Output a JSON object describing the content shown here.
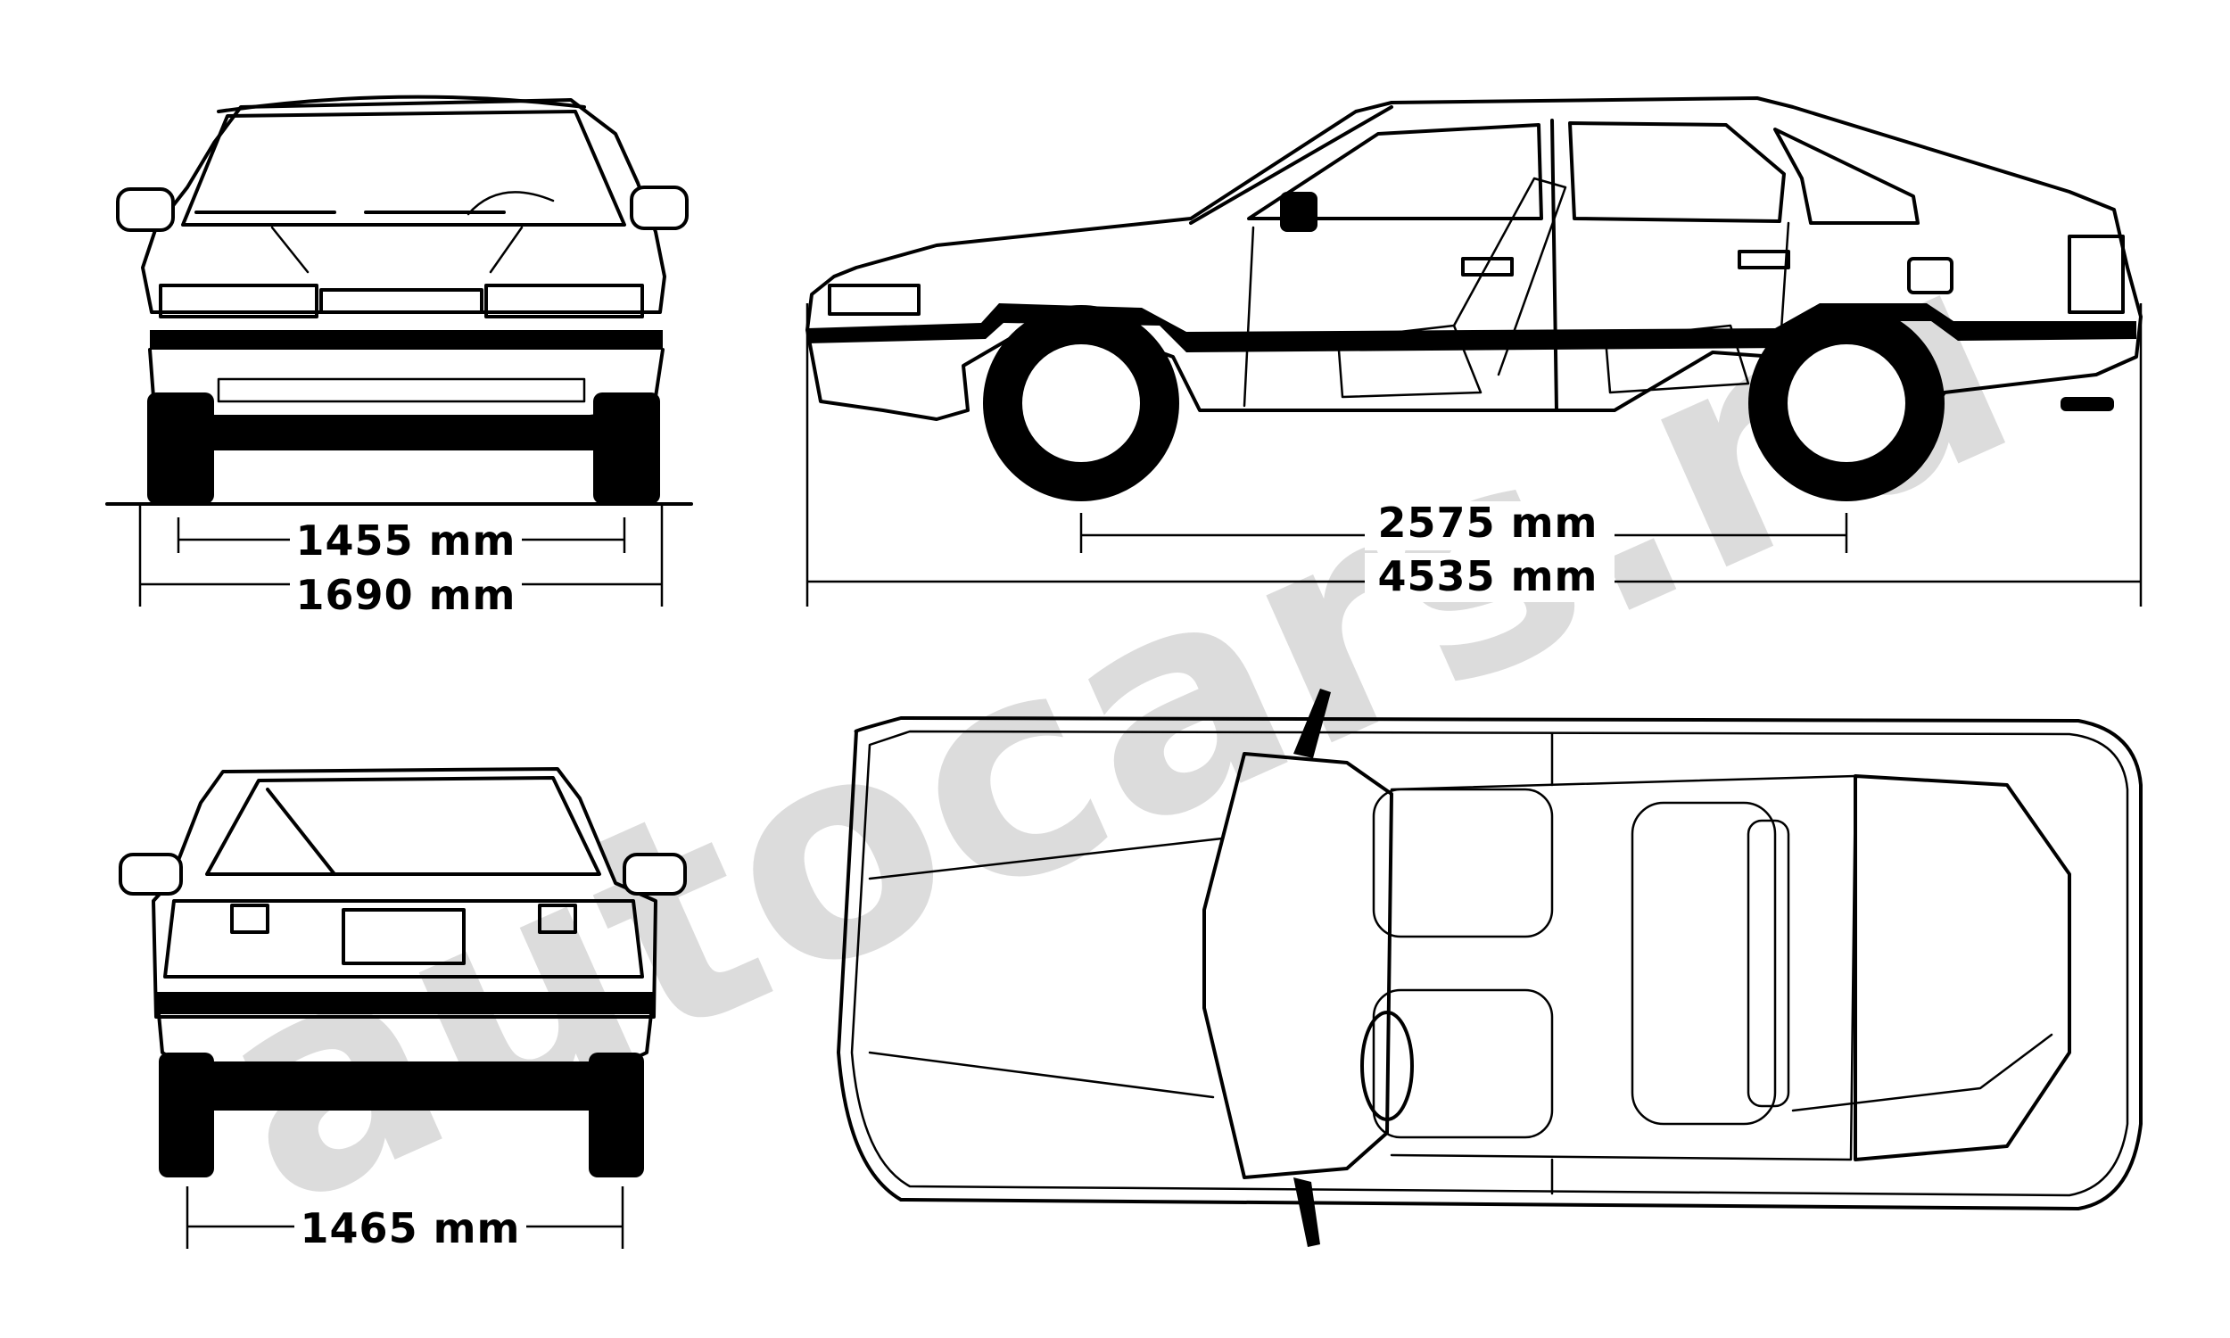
{
  "watermark": {
    "text": "autocars.ru",
    "color": "#d4d4d4"
  },
  "dimensions": {
    "front_track": "1455 mm",
    "overall_width": "1690 mm",
    "wheelbase": "2575 mm",
    "overall_length": "4535 mm",
    "rear_track": "1465 mm"
  },
  "colors": {
    "line": "#000000",
    "background": "#ffffff"
  }
}
